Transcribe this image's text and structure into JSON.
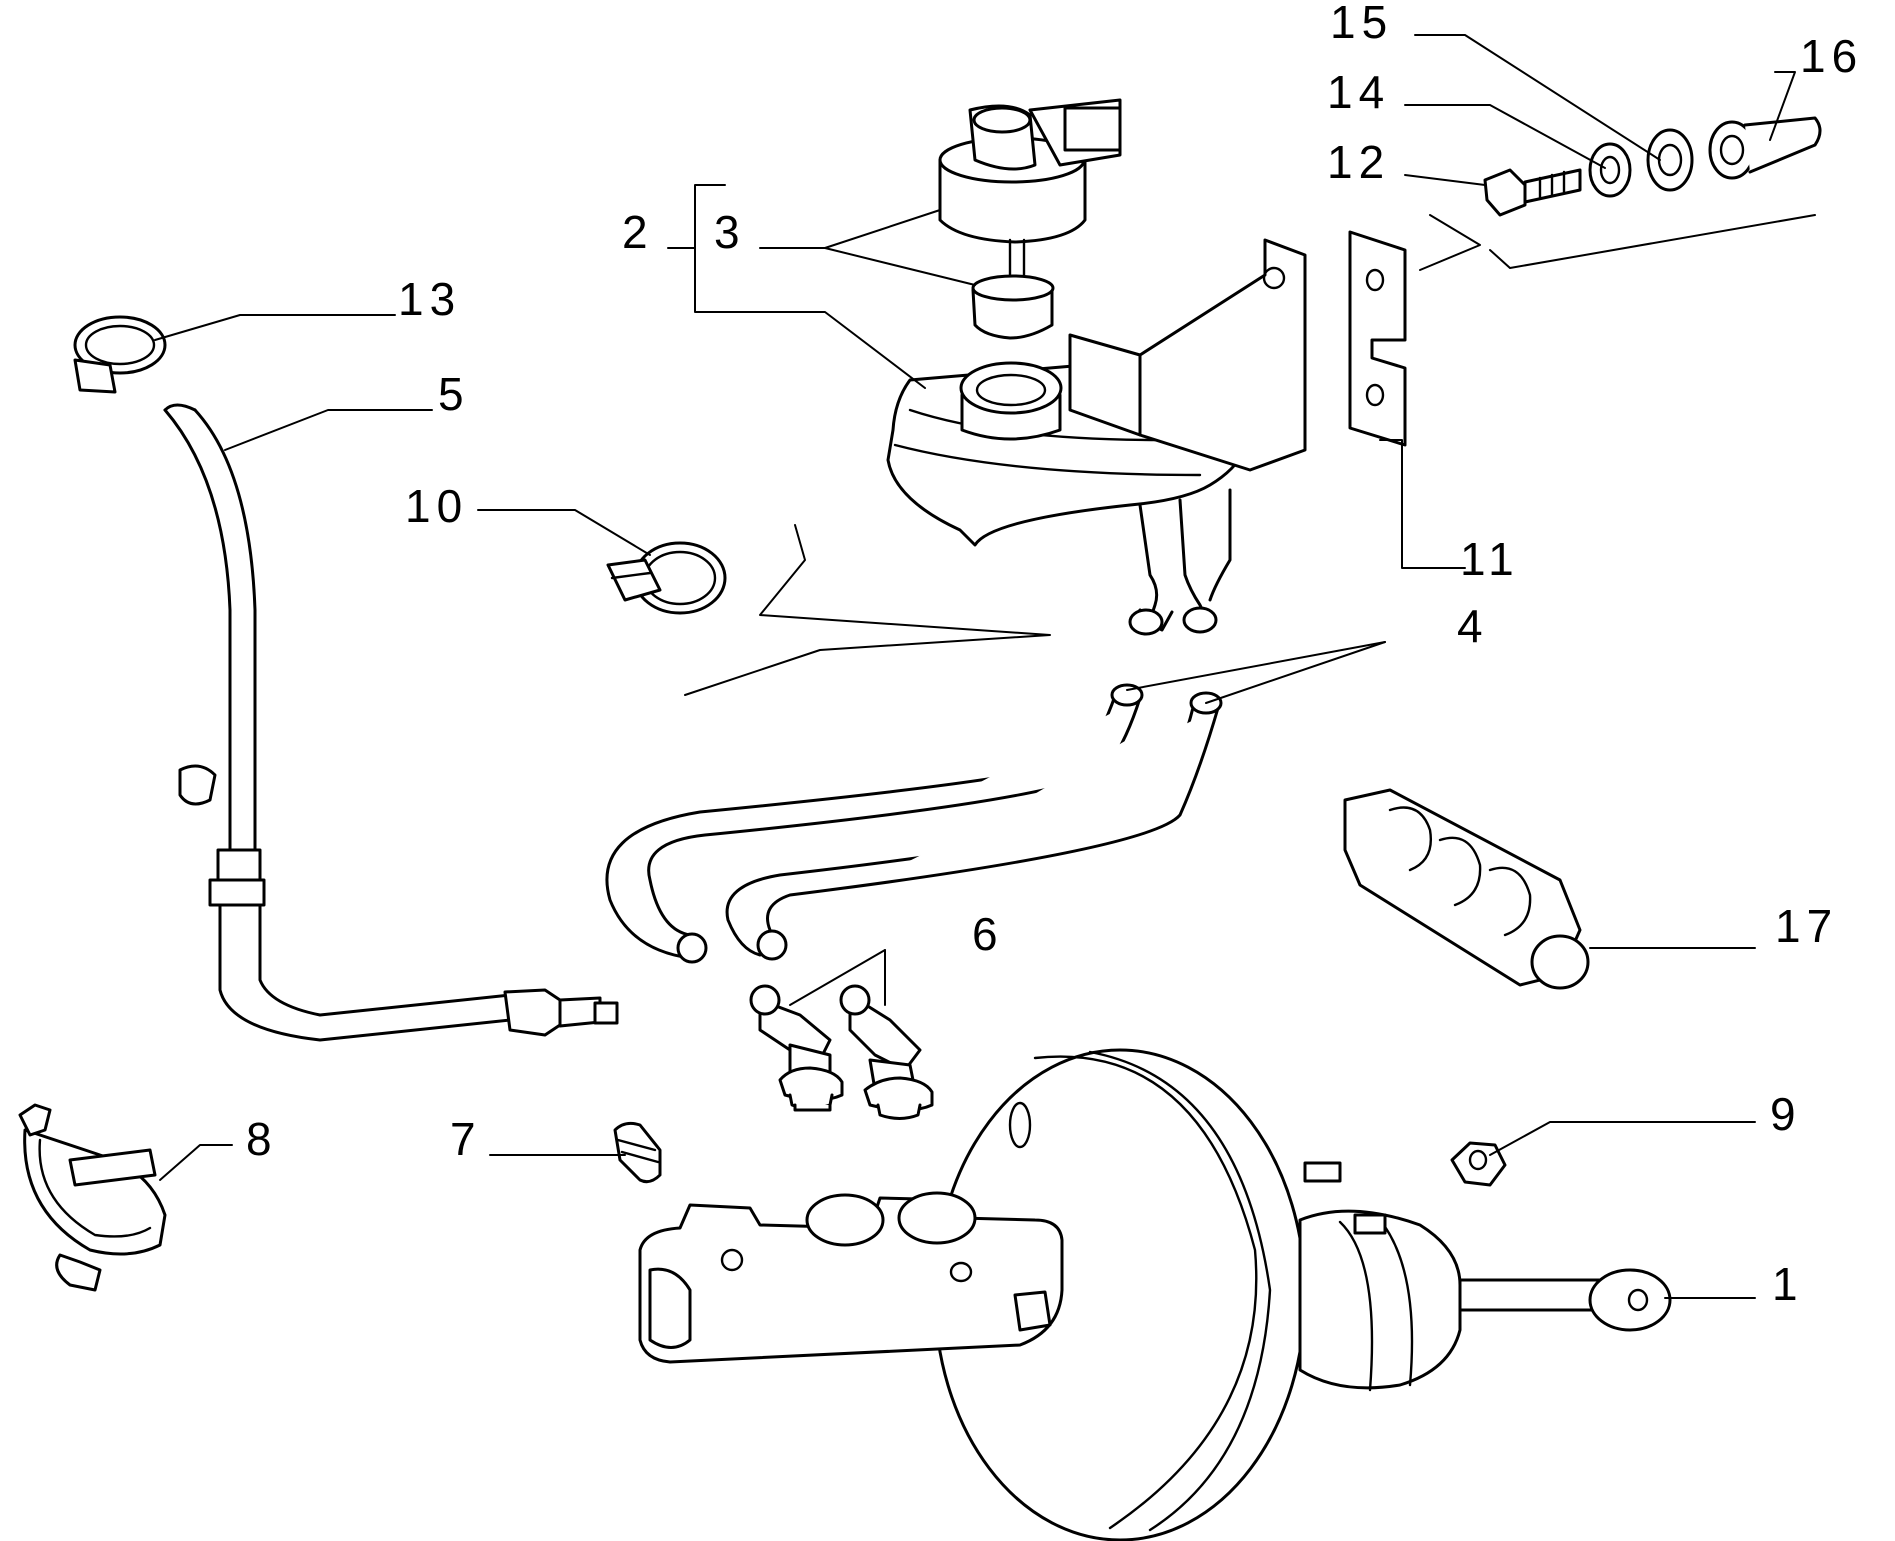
{
  "diagram": {
    "background": "#ffffff",
    "line_color": "#000000"
  },
  "callouts": {
    "c1": "1",
    "c2": "2",
    "c3": "3",
    "c4": "4",
    "c5": "5",
    "c6": "6",
    "c7": "7",
    "c8": "8",
    "c9": "9",
    "c10": "10",
    "c11": "11",
    "c12": "12",
    "c13": "13",
    "c14": "14",
    "c15": "15",
    "c16": "16",
    "c17": "17"
  }
}
